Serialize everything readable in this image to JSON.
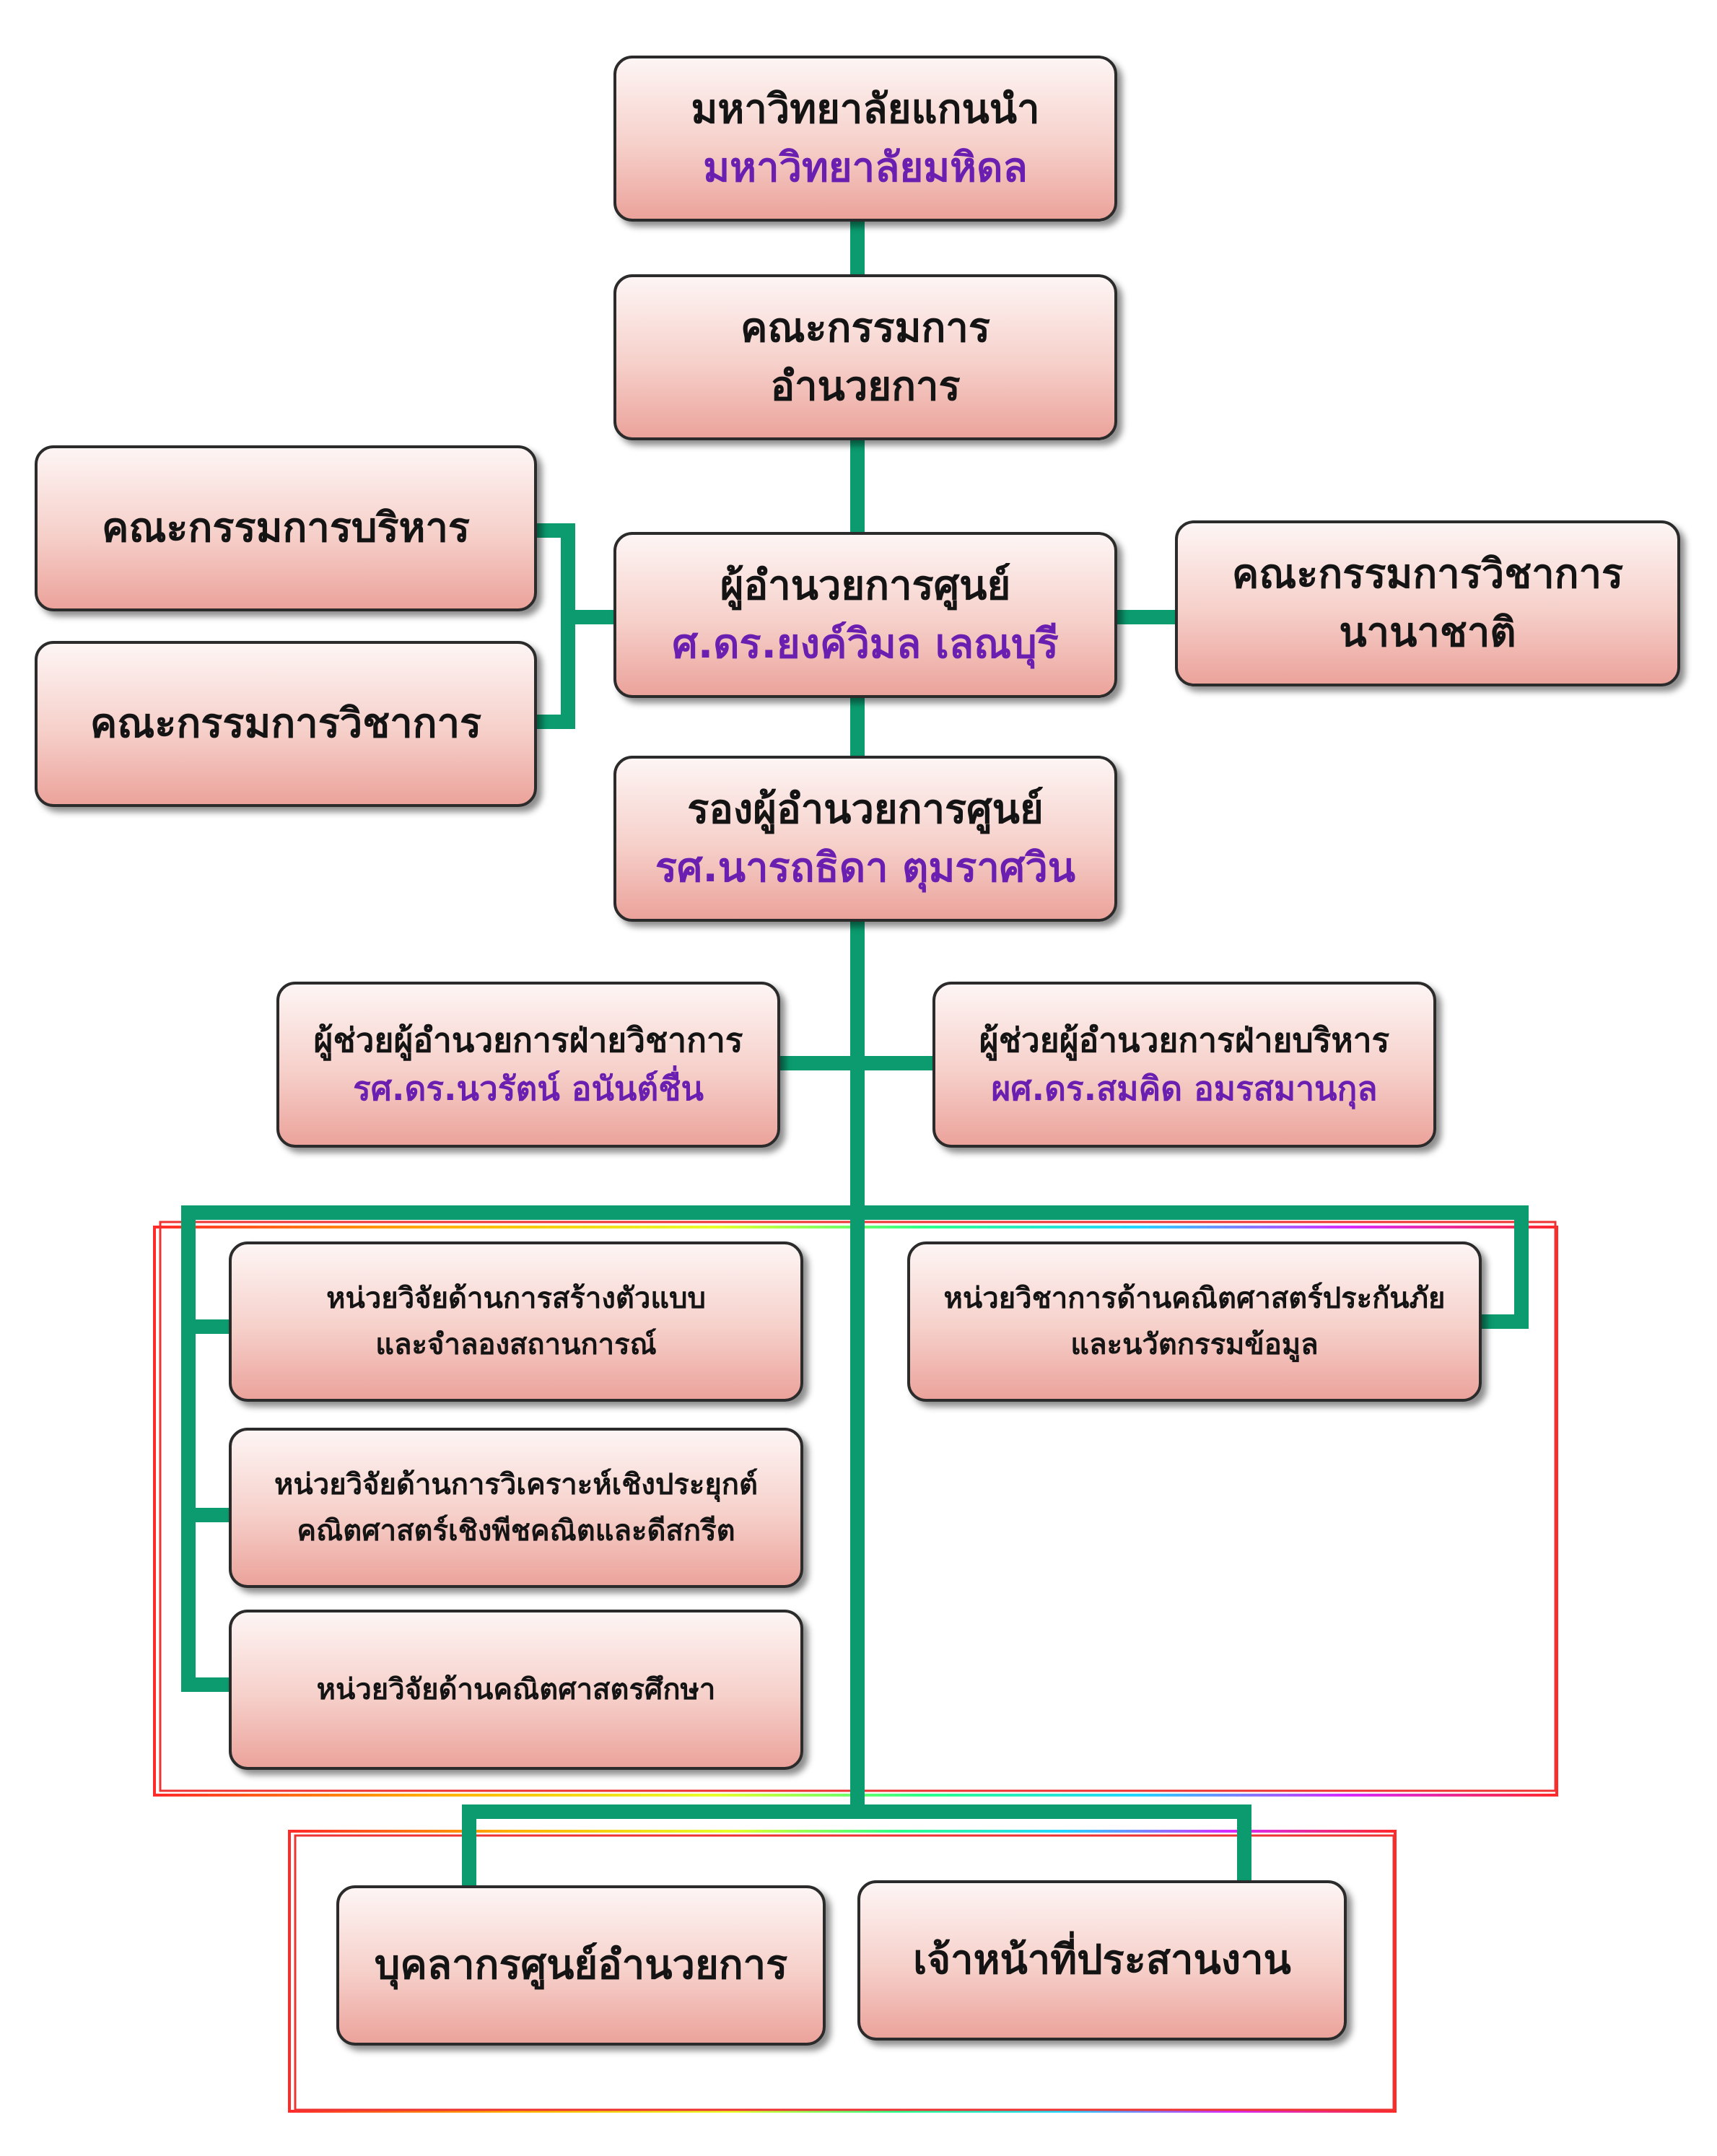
{
  "top": {
    "title": "มหาวิทยาลัยแกนนำ",
    "subtitle": "มหาวิทยาลัยมหิดล"
  },
  "board": {
    "line1": "คณะกรรมการ",
    "line2": "อำนวยการ"
  },
  "director": {
    "title": "ผู้อำนวยการศูนย์",
    "name": "ศ.ดร.ยงค์วิมล เลณบุรี"
  },
  "exec_committee": {
    "title": "คณะกรรมการบริหาร"
  },
  "academic_committee": {
    "title": "คณะกรรมการวิชาการ"
  },
  "intl_committee": {
    "line1": "คณะกรรมการวิชาการ",
    "line2": "นานาชาติ"
  },
  "deputy": {
    "title": "รองผู้อำนวยการศูนย์",
    "name": "รศ.นารถธิดา ตุมราศวิน"
  },
  "asst_academic": {
    "title": "ผู้ช่วยผู้อำนวยการฝ่ายวิชาการ",
    "name": "รศ.ดร.นวรัตน์ อนันต์ชื่น"
  },
  "asst_admin": {
    "title": "ผู้ช่วยผู้อำนวยการฝ่ายบริหาร",
    "name": "ผศ.ดร.สมคิด อมรสมานกุล"
  },
  "units": {
    "modeling": {
      "line1": "หน่วยวิจัยด้านการสร้างตัวแบบ",
      "line2": "และจำลองสถานการณ์"
    },
    "applied": {
      "line1": "หน่วยวิจัยด้านการวิเคราะห์เชิงประยุกต์",
      "line2": "คณิตศาสตร์เชิงพีชคณิตและดีสกรีต"
    },
    "education": {
      "title": "หน่วยวิจัยด้านคณิตศาสตรศึกษา"
    },
    "actuarial": {
      "line1": "หน่วยวิชาการด้านคณิตศาสตร์ประกันภัย",
      "line2": "และนวัตกรรมข้อมูล"
    }
  },
  "staff": {
    "title": "บุคลากรศูนย์อำนวยการ"
  },
  "coordinator": {
    "title": "เจ้าหน้าที่ประสานงาน"
  },
  "colors": {
    "connector": "#0b9b6e",
    "subtitle": "#6a1fb0"
  }
}
